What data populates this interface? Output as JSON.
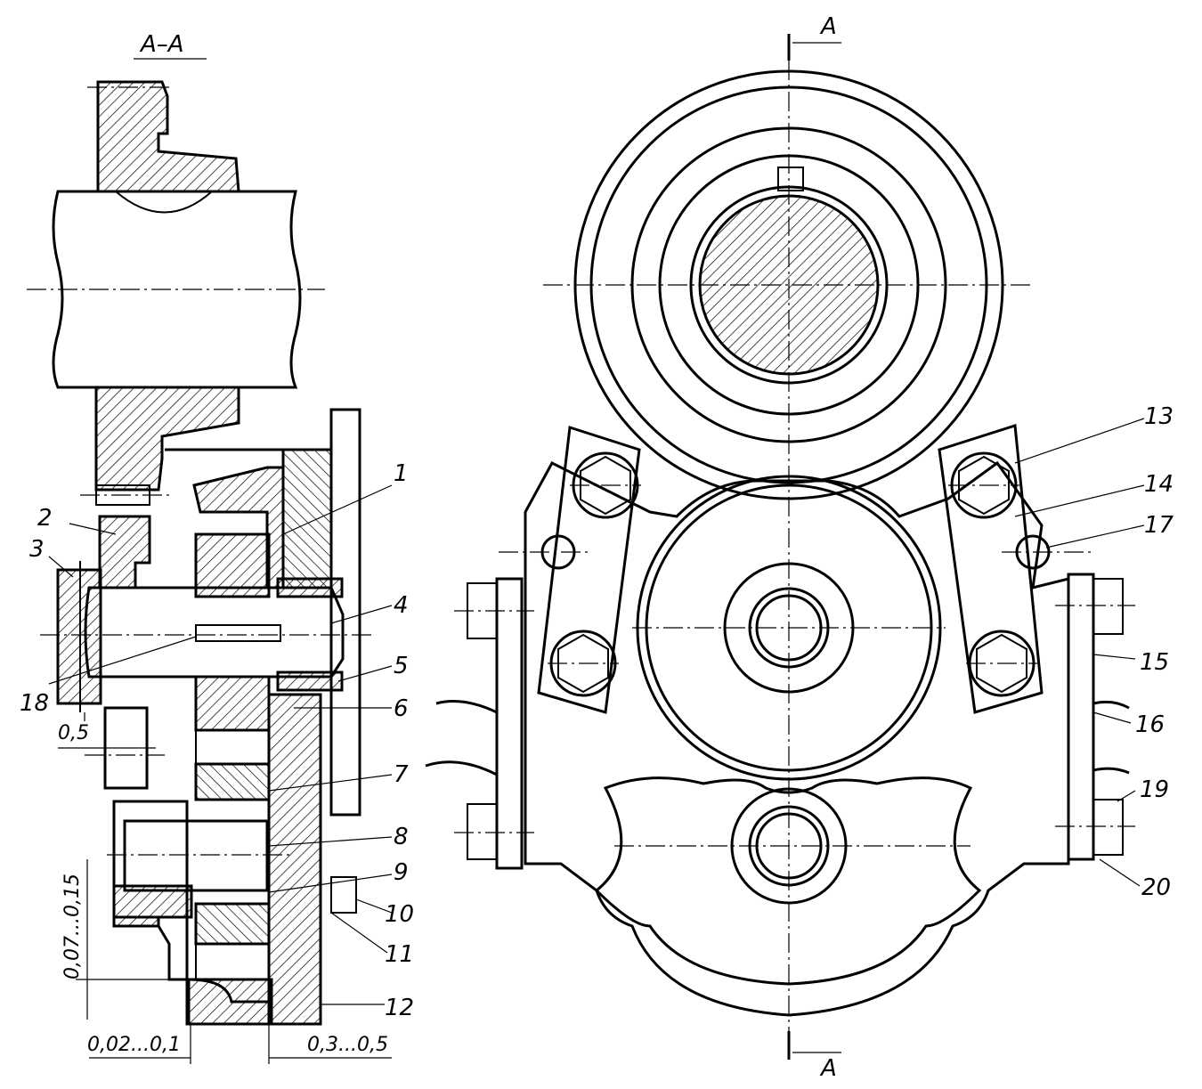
{
  "section_title": "А–А",
  "section_mark_top": "A",
  "section_mark_bottom": "A",
  "part_numbers": [
    "1",
    "2",
    "3",
    "4",
    "5",
    "6",
    "7",
    "8",
    "9",
    "10",
    "11",
    "12",
    "13",
    "14",
    "15",
    "16",
    "17",
    "18",
    "19",
    "20"
  ],
  "dimensions": {
    "gap_left_top": "0,5",
    "gap_vertical": "0,07...0,15",
    "gap_bottom_left": "0,02...0,1",
    "gap_bottom_right": "0,3...0,5"
  }
}
